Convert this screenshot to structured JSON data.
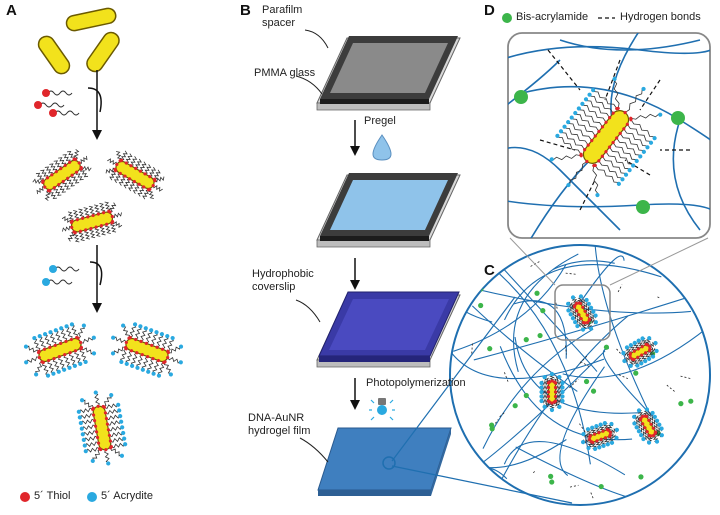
{
  "panels": {
    "a": "A",
    "b": "B",
    "c": "C",
    "d": "D"
  },
  "panel_b": {
    "parafilm_line1": "Parafilm",
    "parafilm_line2": "spacer",
    "pmma": "PMMA glass",
    "pregel": "Pregel",
    "coverslip_line1": "Hydrophobic",
    "coverslip_line2": "coverslip",
    "photo": "Photopolymerization",
    "film_line1": "DNA-AuNR",
    "film_line2": "hydrogel film"
  },
  "panel_d": {
    "legend_bis": "Bis-acrylamide",
    "legend_hbond": "Hydrogen bonds"
  },
  "panel_a": {
    "legend_thiol": "5´ Thiol",
    "legend_acrydite": "5´ Acrydite"
  },
  "colors": {
    "gold_rod": "#f2e21c",
    "rod_outline": "#6b5a00",
    "thiol": "#e0262b",
    "acrydite": "#2aa9e0",
    "bis": "#3cb54a",
    "network": "#1f6fb0",
    "pregel_fill": "#8fc3ea",
    "coverslip": "#3a3aa6",
    "film": "#3f7fbf",
    "frame": "#333333"
  }
}
